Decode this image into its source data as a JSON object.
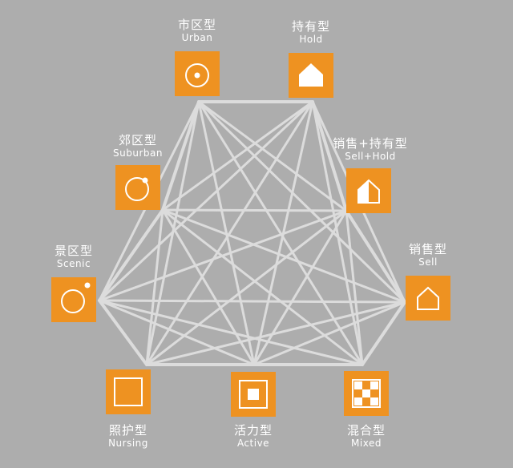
{
  "colors": {
    "background": "#adadad",
    "node": "#ee9221",
    "line": "#dcdcdc",
    "text": "#ffffff"
  },
  "nodes": [
    {
      "id": "urban",
      "zh": "市区型",
      "en": "Urban",
      "icon": "circle-dot-icon"
    },
    {
      "id": "hold",
      "zh": "持有型",
      "en": "Hold",
      "icon": "house-filled-icon"
    },
    {
      "id": "suburban",
      "zh": "郊区型",
      "en": "Suburban",
      "icon": "circle-satellite-icon"
    },
    {
      "id": "sellhold",
      "zh": "销售+持有型",
      "en": "Sell+Hold",
      "icon": "house-half-icon"
    },
    {
      "id": "scenic",
      "zh": "景区型",
      "en": "Scenic",
      "icon": "circle-satellite-icon"
    },
    {
      "id": "sell",
      "zh": "销售型",
      "en": "Sell",
      "icon": "house-outline-icon"
    },
    {
      "id": "nursing",
      "zh": "照护型",
      "en": "Nursing",
      "icon": "square-outline-icon"
    },
    {
      "id": "active",
      "zh": "活力型",
      "en": "Active",
      "icon": "square-nested-icon"
    },
    {
      "id": "mixed",
      "zh": "混合型",
      "en": "Mixed",
      "icon": "checker-icon"
    }
  ]
}
